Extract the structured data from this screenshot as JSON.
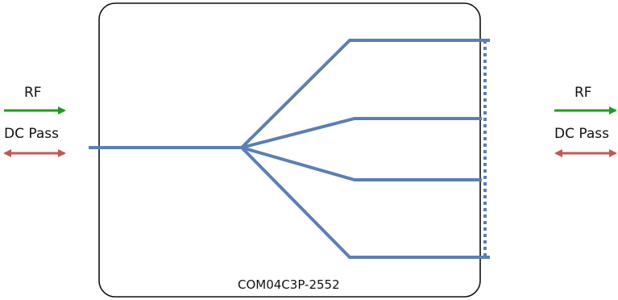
{
  "left_signals": {
    "rf_label": "RF",
    "dc_label": "DC Pass"
  },
  "right_signals": {
    "rf_label": "RF",
    "dc_label": "DC Pass"
  },
  "device": {
    "part_number": "COM04C3P-2552",
    "port_count": 4
  },
  "colors": {
    "line": "#5b7fb4",
    "rf_arrow": "#1f9a1f",
    "dc_arrow": "#bf5a52",
    "box_border": "#111111"
  }
}
